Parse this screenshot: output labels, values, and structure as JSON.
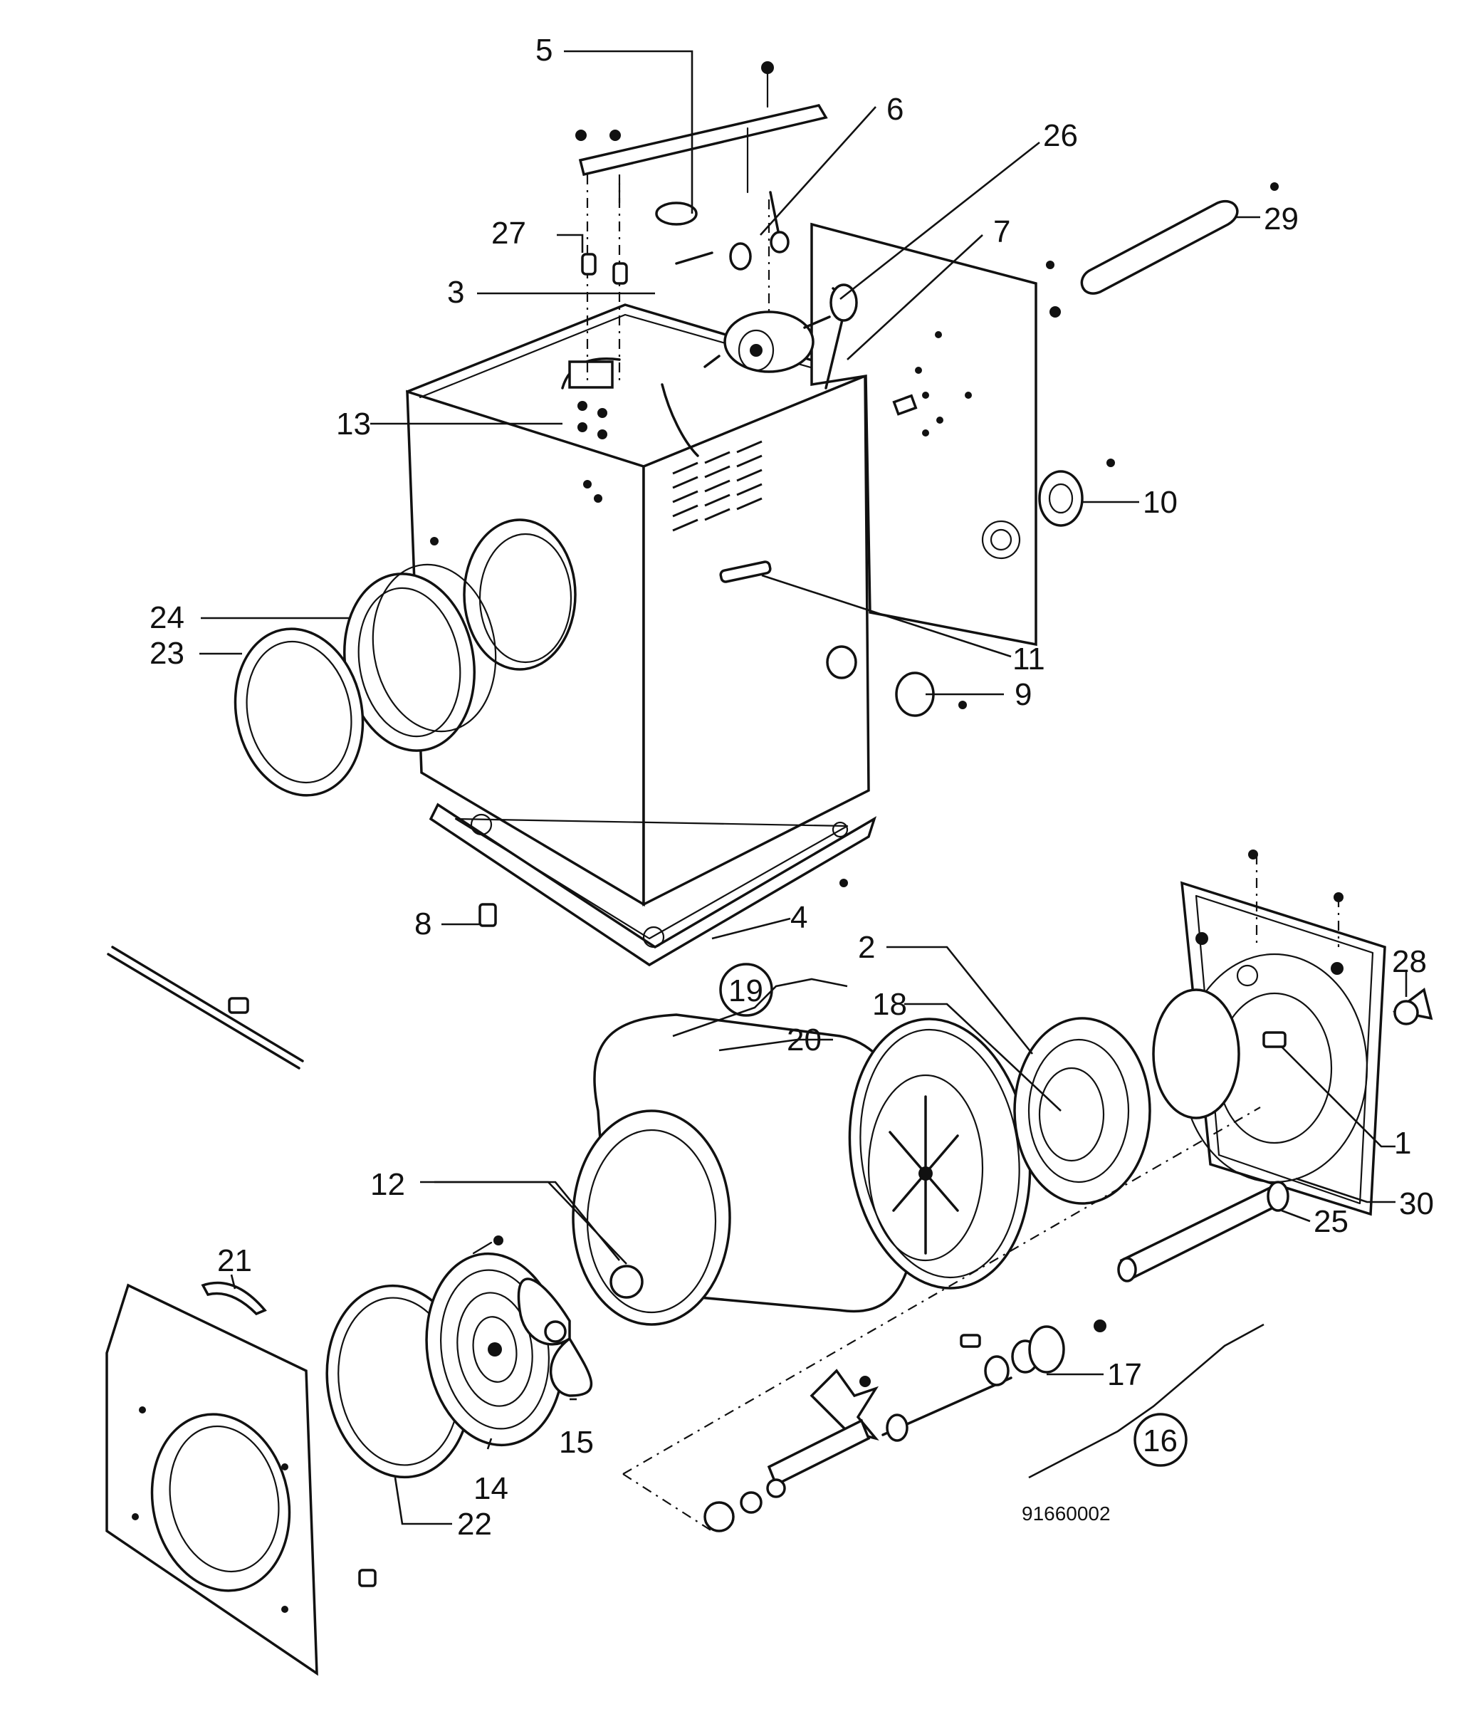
{
  "diagram": {
    "callouts": {
      "c1": "1",
      "c2": "2",
      "c3": "3",
      "c4": "4",
      "c5": "5",
      "c6": "6",
      "c7": "7",
      "c8": "8",
      "c9": "9",
      "c10": "10",
      "c11": "11",
      "c12": "12",
      "c13": "13",
      "c14": "14",
      "c15": "15",
      "c16": "16",
      "c17": "17",
      "c18": "18",
      "c19": "19",
      "c20": "20",
      "c21": "21",
      "c22": "22",
      "c23": "23",
      "c24": "24",
      "c25": "25",
      "c26": "26",
      "c27": "27",
      "c28": "28",
      "c29": "29",
      "c30": "30"
    },
    "drawing_code": "91660002"
  }
}
